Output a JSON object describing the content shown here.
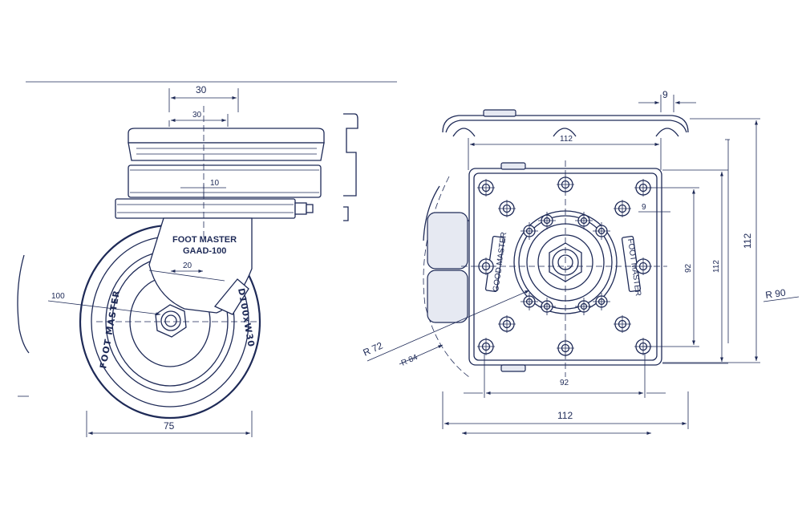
{
  "brand": {
    "name": "FOOT MASTER",
    "model": "GAAD-100",
    "tire_marking": "D100xW30",
    "plate_marking_left": "GOOD MASTER",
    "plate_marking_right": "FOOT MASTER"
  },
  "side_view": {
    "dim_top_outer": "30",
    "dim_top_inner": "30",
    "dim_stem": "10",
    "dim_offset": "20",
    "dim_wheel_dia": "100",
    "dim_width_bottom": "75"
  },
  "front_view": {
    "dim_slot": "9",
    "dim_slot_pitch": "112",
    "dim_inner_hole": "9",
    "dim_pitch_vertical": "92",
    "dim_plate_vertical": "112",
    "dim_overall_vertical": "112",
    "dim_radius_90": "R 90",
    "dim_radius_72": "R 72",
    "dim_radius_84": "R 84",
    "dim_pitch_horizontal": "92",
    "dim_overall_horizontal": "112",
    "dim_plate_horizontal_bottom": ""
  },
  "colors": {
    "line": "#1e2a57",
    "background": "#ffffff"
  }
}
